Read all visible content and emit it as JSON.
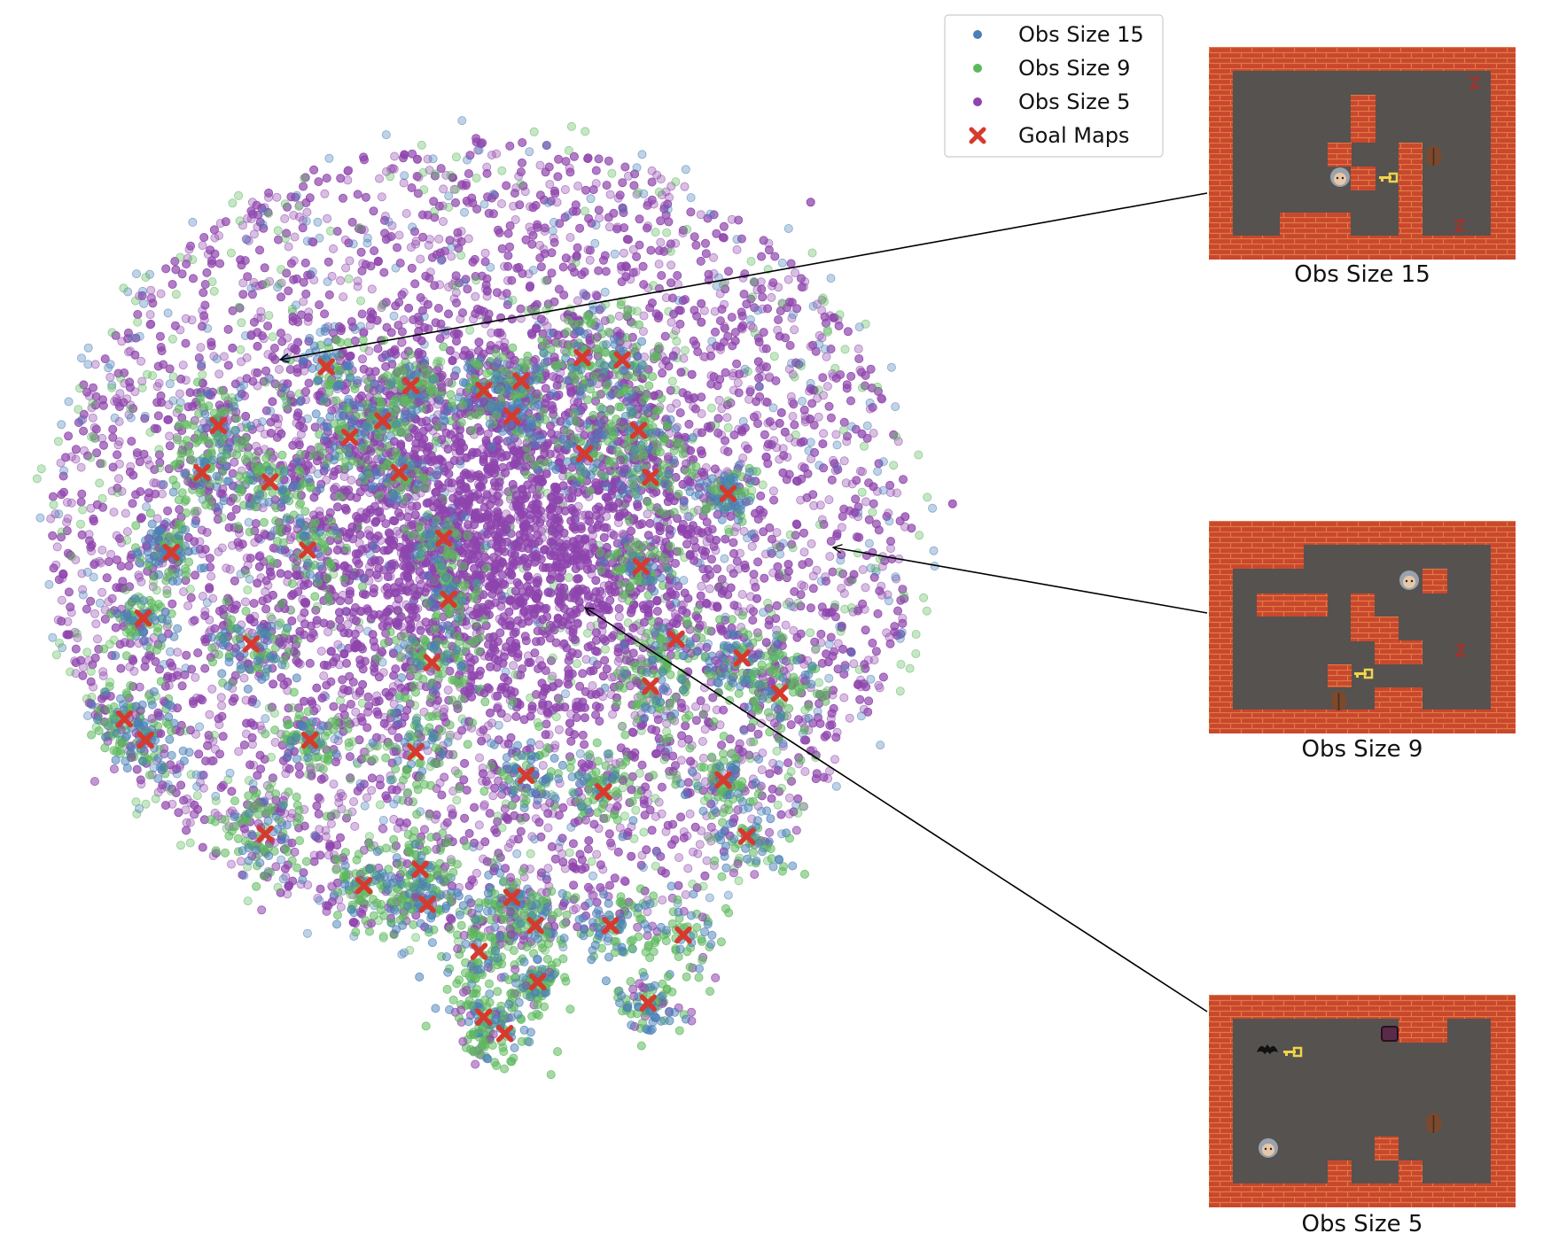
{
  "chart_data": {
    "type": "scatter",
    "title": "",
    "xlabel": "",
    "ylabel": "",
    "axes_visible": false,
    "grid": false,
    "legend_placement": "top-right",
    "series": [
      {
        "name": "Obs Size 15",
        "color": "#4a7fb8",
        "marker": "circle"
      },
      {
        "name": "Obs Size 9",
        "color": "#5cb85c",
        "marker": "circle"
      },
      {
        "name": "Obs Size 5",
        "color": "#8e44ad",
        "marker": "circle"
      },
      {
        "name": "Goal Maps",
        "color": "#d63a2f",
        "marker": "x"
      }
    ],
    "goal_maps": [
      [
        -9.2,
        8.9
      ],
      [
        1.7,
        9.3
      ],
      [
        -5.6,
        8.1
      ],
      [
        -2.5,
        7.9
      ],
      [
        -0.9,
        8.3
      ],
      [
        3.4,
        9.2
      ],
      [
        -1.3,
        6.8
      ],
      [
        -13.8,
        6.4
      ],
      [
        -6.8,
        6.6
      ],
      [
        -8.2,
        5.9
      ],
      [
        -14.5,
        4.4
      ],
      [
        -6.1,
        4.4
      ],
      [
        1.8,
        5.2
      ],
      [
        4.6,
        4.2
      ],
      [
        4.1,
        6.2
      ],
      [
        7.9,
        3.5
      ],
      [
        4.2,
        0.4
      ],
      [
        -4.2,
        1.6
      ],
      [
        -15.8,
        1.0
      ],
      [
        -11.6,
        4.0
      ],
      [
        -10.0,
        1.1
      ],
      [
        -17.0,
        -1.8
      ],
      [
        -4.0,
        -1.0
      ],
      [
        5.7,
        -2.7
      ],
      [
        -12.4,
        -2.9
      ],
      [
        -4.7,
        -3.7
      ],
      [
        4.6,
        -4.7
      ],
      [
        8.5,
        -3.5
      ],
      [
        10.1,
        -5.0
      ],
      [
        -17.8,
        -6.1
      ],
      [
        -16.9,
        -7.0
      ],
      [
        -9.9,
        -7.0
      ],
      [
        -5.4,
        -7.5
      ],
      [
        -0.7,
        -8.5
      ],
      [
        2.6,
        -9.2
      ],
      [
        7.7,
        -8.7
      ],
      [
        8.7,
        -11.1
      ],
      [
        -11.8,
        -11.0
      ],
      [
        -5.2,
        -12.5
      ],
      [
        -1.3,
        -13.7
      ],
      [
        -0.3,
        -14.9
      ],
      [
        -2.7,
        -16.0
      ],
      [
        2.9,
        -14.9
      ],
      [
        -0.2,
        -17.3
      ],
      [
        -7.6,
        -13.2
      ],
      [
        -4.9,
        -14.0
      ],
      [
        -2.5,
        -18.8
      ],
      [
        -1.6,
        -19.5
      ],
      [
        4.5,
        -18.2
      ],
      [
        6.0,
        -15.3
      ]
    ]
  },
  "legend": {
    "items": [
      {
        "label": "Obs Size 15",
        "color": "#4a7fb8",
        "marker": "dot"
      },
      {
        "label": "Obs Size 9",
        "color": "#5cb85c",
        "marker": "dot"
      },
      {
        "label": "Obs Size 5",
        "color": "#8e44ad",
        "marker": "dot"
      },
      {
        "label": "Goal Maps",
        "color": "#d63a2f",
        "marker": "x"
      }
    ]
  },
  "thumbnails": [
    {
      "caption": "Obs Size 15"
    },
    {
      "caption": "Obs Size 9"
    },
    {
      "caption": "Obs Size 5"
    }
  ]
}
